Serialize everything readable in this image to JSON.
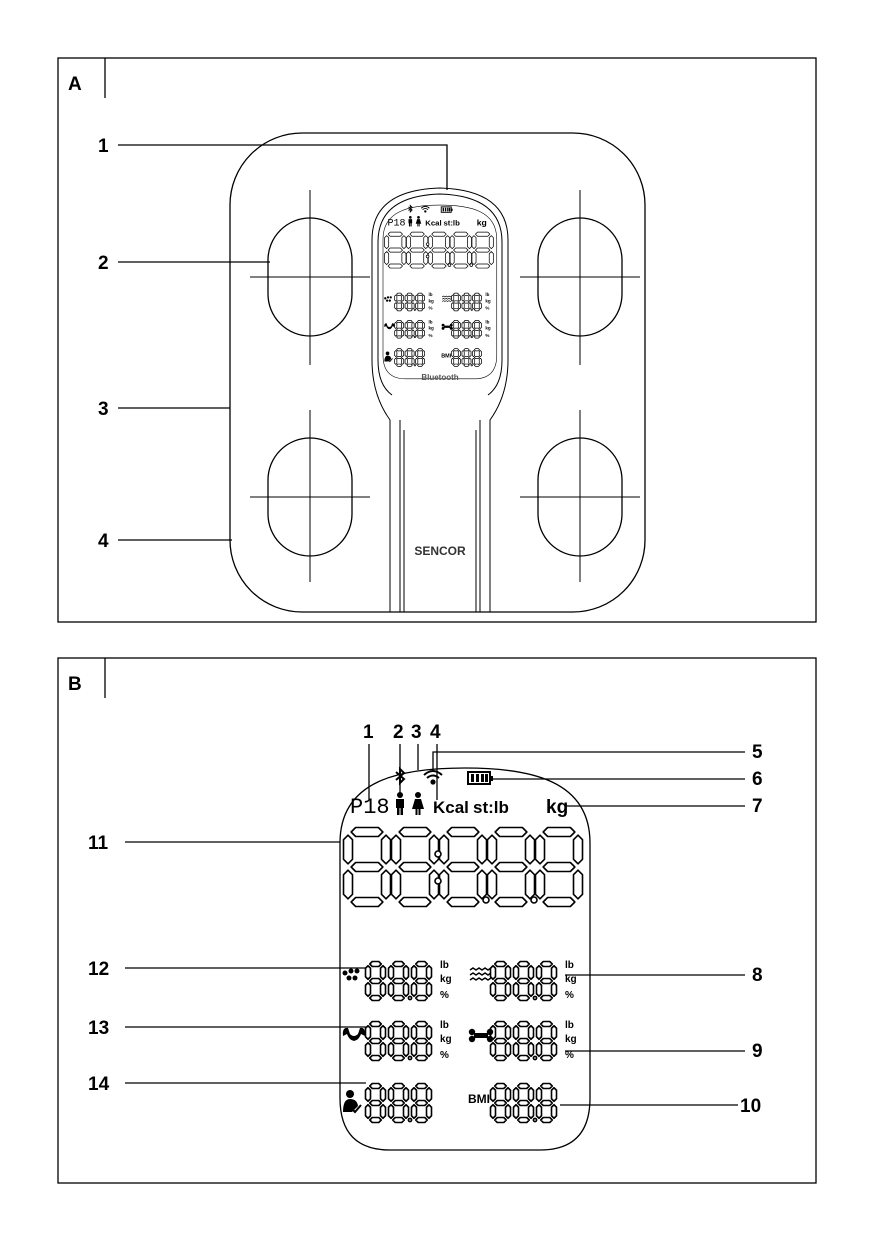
{
  "panel_a": {
    "label": "A",
    "callouts": [
      "1",
      "2",
      "3",
      "4"
    ],
    "brand": "SENCOR",
    "bluetooth_label": "Bluetooth"
  },
  "panel_b": {
    "label": "B",
    "callouts_top": [
      "1",
      "2",
      "3",
      "4"
    ],
    "callouts_right": [
      "5",
      "6",
      "7",
      "8",
      "9",
      "10"
    ],
    "callouts_left": [
      "11",
      "12",
      "13",
      "14"
    ]
  },
  "lcd": {
    "user": "P18",
    "kcal": "Kcal",
    "stlb": "st:lb",
    "kg": "kg",
    "units": [
      "lb",
      "kg",
      "%"
    ],
    "bmi": "BMI",
    "icons": [
      "bluetooth-icon",
      "wifi-icon",
      "battery-icon",
      "male-icon",
      "female-icon",
      "fat-icon",
      "water-icon",
      "muscle-icon",
      "bone-icon",
      "visceral-fat-icon"
    ]
  }
}
